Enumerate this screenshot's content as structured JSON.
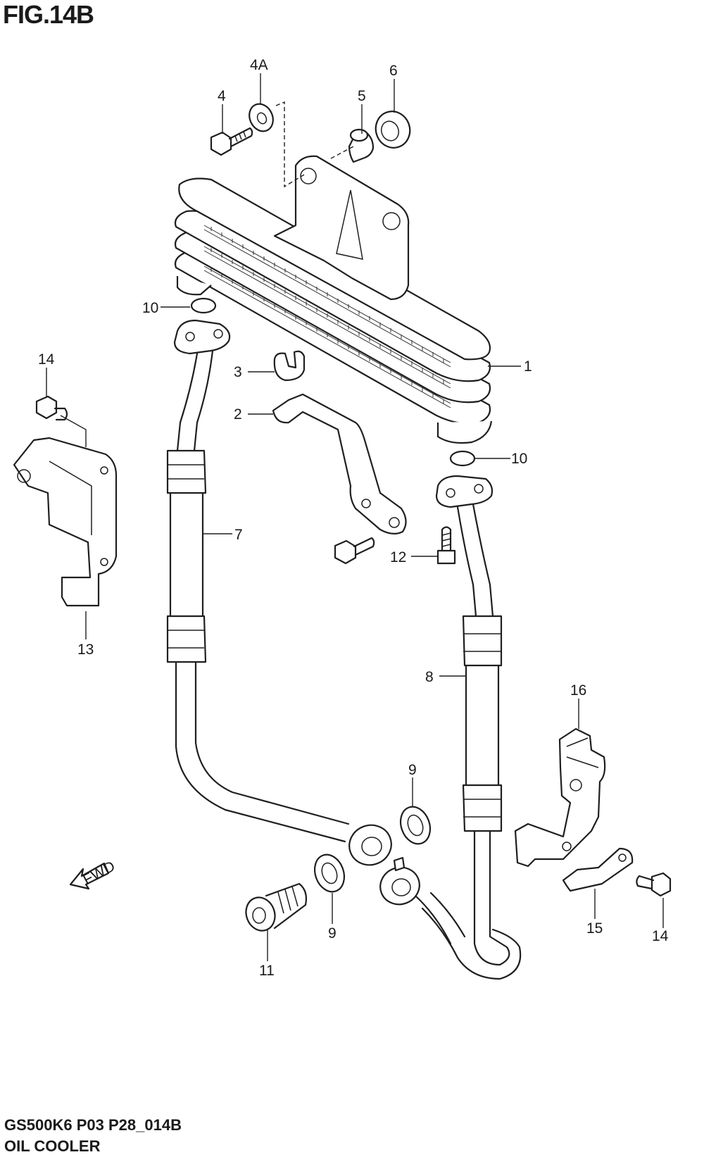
{
  "figure": {
    "title": "FIG.14B"
  },
  "footer": {
    "model_code": "GS500K6 P03 P28_014B",
    "assembly_name": "OIL COOLER"
  },
  "fwd_marker": {
    "text": "FWD"
  },
  "callouts": [
    {
      "id": "c1",
      "label": "1"
    },
    {
      "id": "c2",
      "label": "2"
    },
    {
      "id": "c3",
      "label": "3"
    },
    {
      "id": "c4",
      "label": "4"
    },
    {
      "id": "c4a",
      "label": "4A"
    },
    {
      "id": "c5",
      "label": "5"
    },
    {
      "id": "c6",
      "label": "6"
    },
    {
      "id": "c7",
      "label": "7"
    },
    {
      "id": "c8",
      "label": "8"
    },
    {
      "id": "c9a",
      "label": "9"
    },
    {
      "id": "c9b",
      "label": "9"
    },
    {
      "id": "c10a",
      "label": "10"
    },
    {
      "id": "c10b",
      "label": "10"
    },
    {
      "id": "c11",
      "label": "11"
    },
    {
      "id": "c12",
      "label": "12"
    },
    {
      "id": "c13",
      "label": "13"
    },
    {
      "id": "c14a",
      "label": "14"
    },
    {
      "id": "c14b",
      "label": "14"
    },
    {
      "id": "c15",
      "label": "15"
    },
    {
      "id": "c16",
      "label": "16"
    }
  ]
}
